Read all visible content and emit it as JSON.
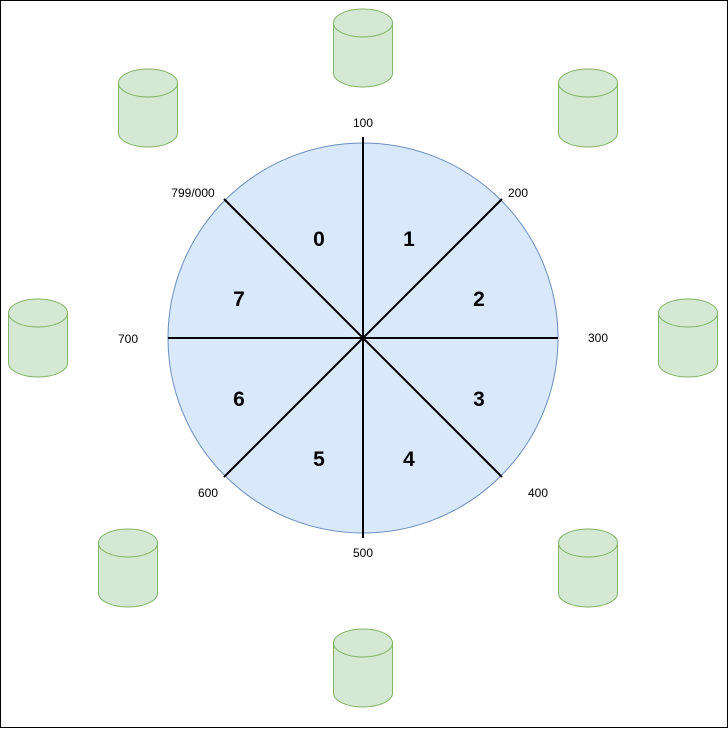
{
  "diagram": {
    "colors": {
      "ring_fill": "#dae8fc",
      "ring_stroke": "#6c8ebf",
      "divider": "#000000",
      "node_fill": "#d5e8d4",
      "node_stroke": "#82b366"
    },
    "boundary_labels": [
      "100",
      "200",
      "300",
      "400",
      "500",
      "600",
      "700",
      "799/000"
    ],
    "segment_labels": [
      "0",
      "1",
      "2",
      "3",
      "4",
      "5",
      "6",
      "7"
    ],
    "node_count": 8,
    "node_shape": "cylinder"
  }
}
